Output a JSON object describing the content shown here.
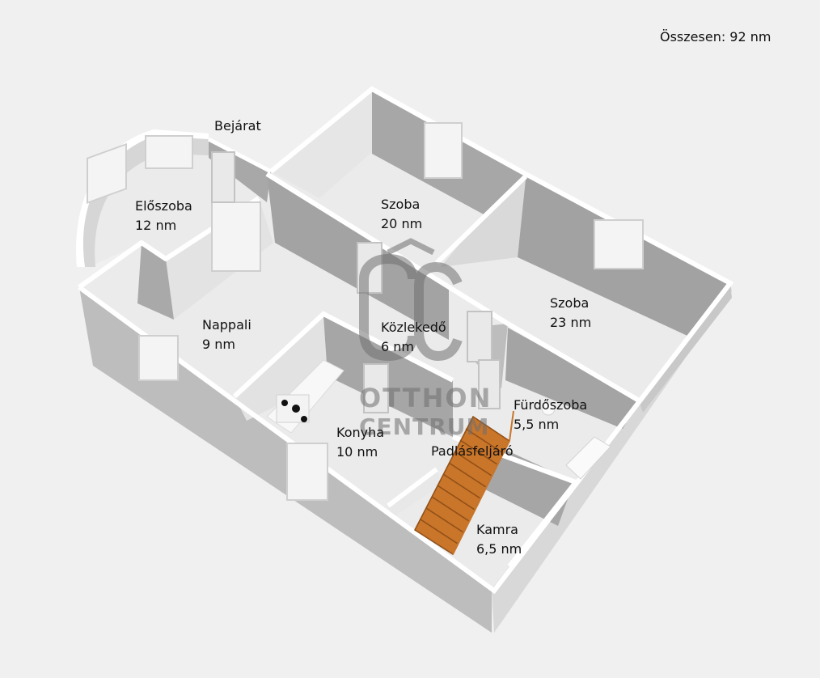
{
  "total_area": "Összesen: 92 nm",
  "rooms": [
    {
      "name": "Bejárat",
      "area": ""
    },
    {
      "name": "Előszoba",
      "area": "12 nm"
    },
    {
      "name": "Szoba",
      "area": "20 nm"
    },
    {
      "name": "Szoba",
      "area": "23 nm"
    },
    {
      "name": "Nappali",
      "area": "9 nm"
    },
    {
      "name": "Közlekedő",
      "area": "6 nm"
    },
    {
      "name": "Fürdőszoba",
      "area": "5,5 nm"
    },
    {
      "name": "Konyha",
      "area": "10 nm"
    },
    {
      "name": "Padlásfeljáró",
      "area": ""
    },
    {
      "name": "Kamra",
      "area": "6,5 nm"
    }
  ],
  "watermark": {
    "logo": "ÔC",
    "line1": "OTTHON",
    "line2": "CENTRUM"
  },
  "colors": {
    "wall_top": "#ffffff",
    "wall_dark": "#a9a9a9",
    "wall_mid": "#c4c4c4",
    "floor": "#ececec",
    "stairs": "#c9752a",
    "background": "#f0f0f0"
  }
}
